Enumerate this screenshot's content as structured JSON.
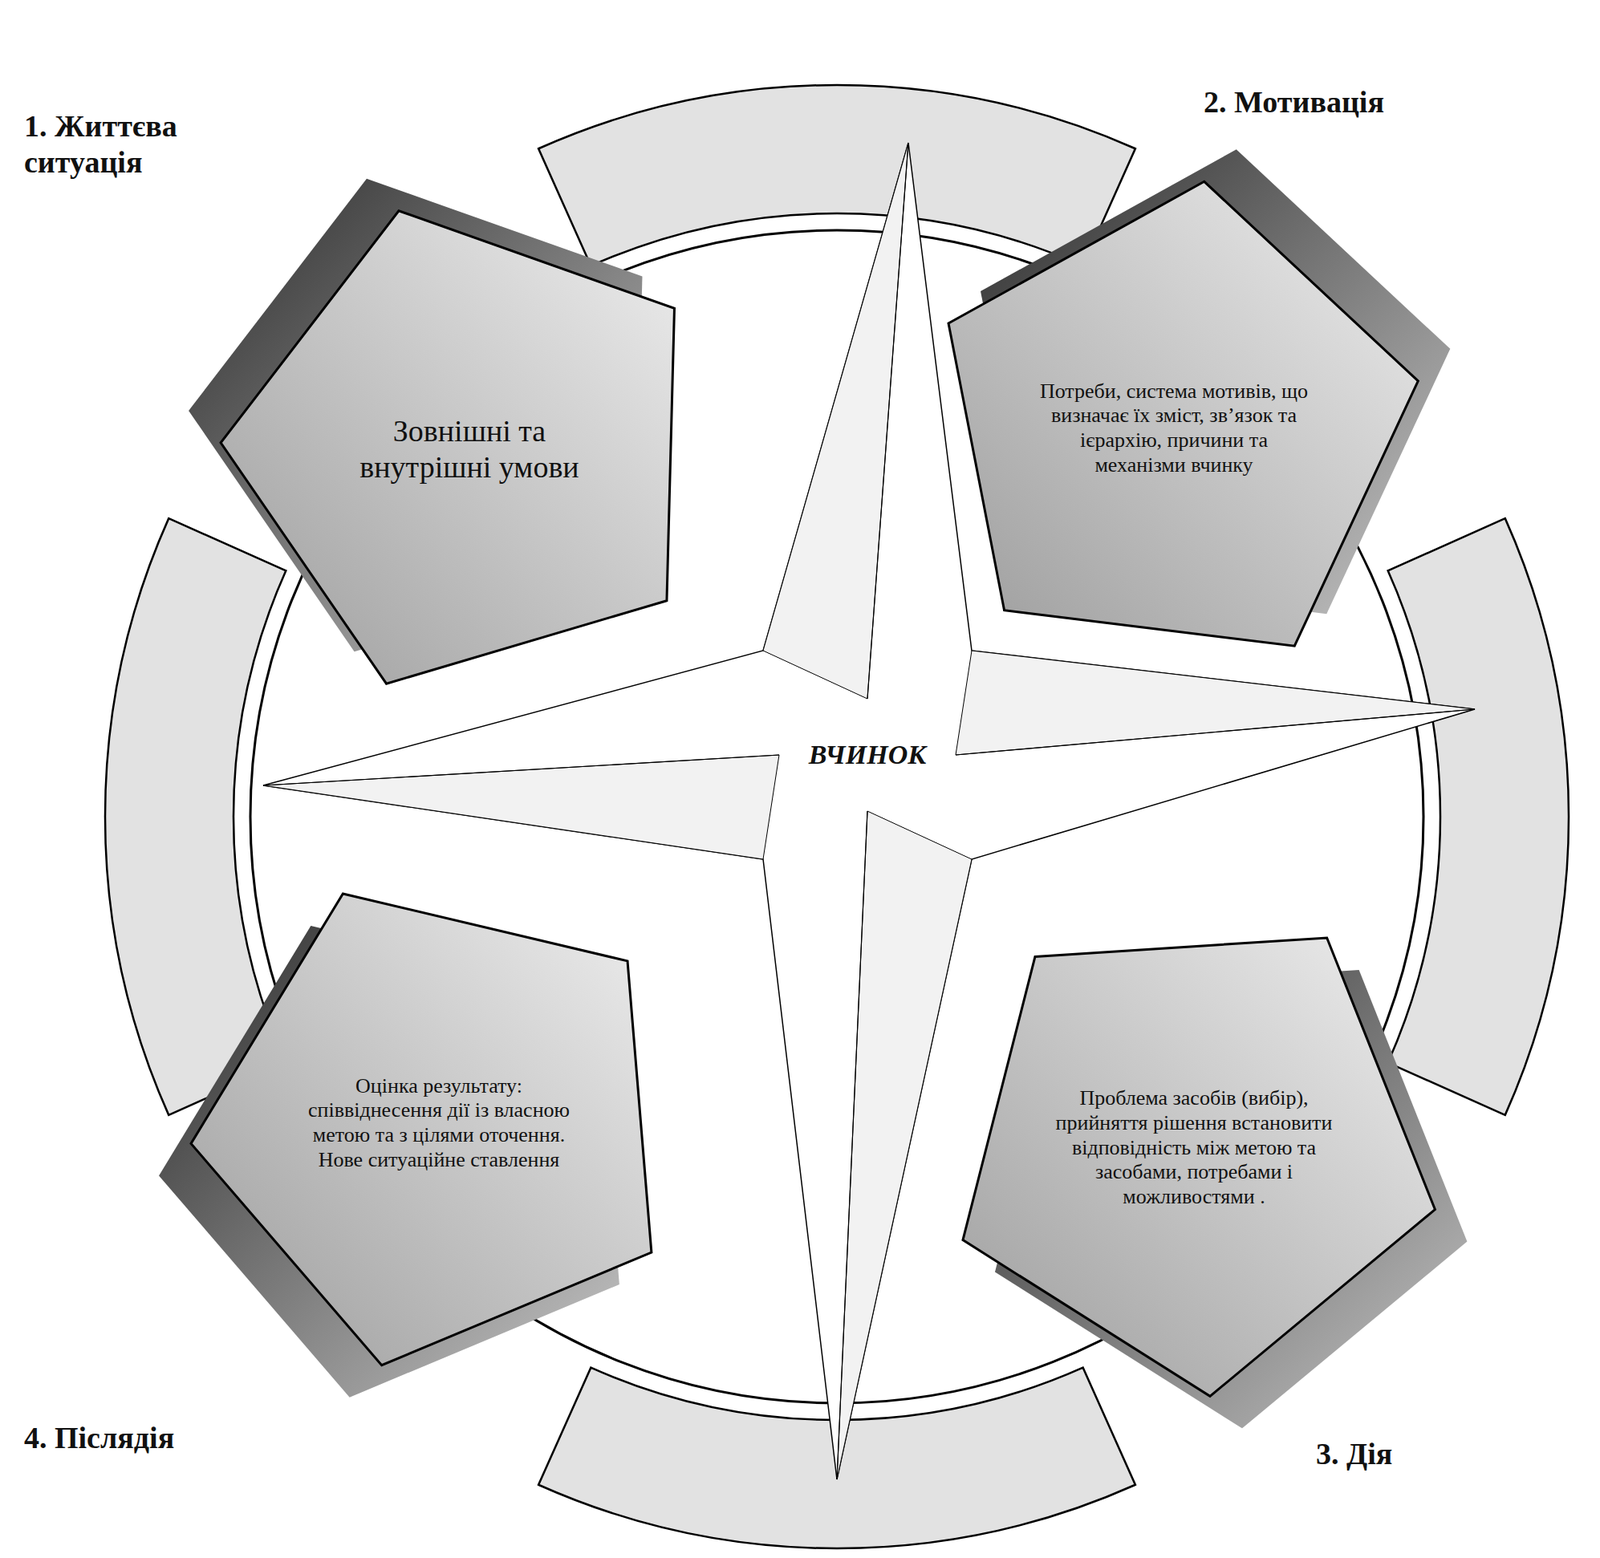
{
  "diagram": {
    "nodes": [
      {
        "text": [
          "1. Життєва ситуація",
          "Зовнішні та внутрішні умови"
        ]
      },
      {
        "text": [
          "2. Мотивація",
          "Потреби, система мотивів, що визначає їх зміст, зв’язок та ієрархію, причини та механізми вчинку"
        ]
      },
      {
        "text": [
          "ВЧИНОК"
        ]
      },
      {
        "text": [
          "4. Післядія",
          "Оцінка результату: співвіднесення дії із власною метою та з цілями оточення. Нове ситуаційне ставлення"
        ]
      },
      {
        "text": [
          "3. Дія",
          "Проблема засобів (вибір), прийняття рішення встановити відповідність між метою та засобами, потребами і можливостями ."
        ]
      }
    ]
  }
}
